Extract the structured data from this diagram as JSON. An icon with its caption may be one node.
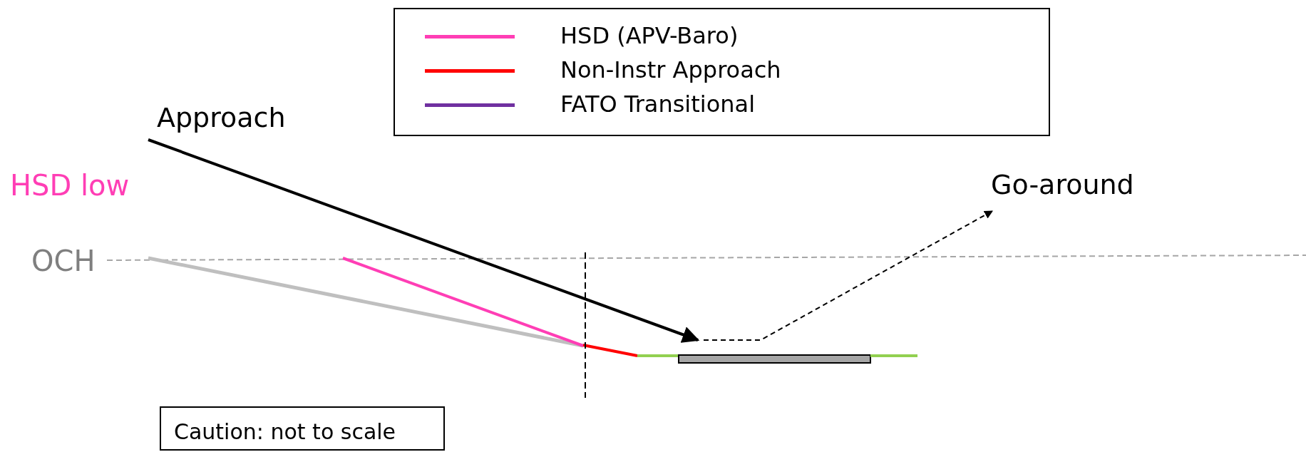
{
  "diagram": {
    "nodes": [
      {
        "text": [
          "Caution: not to scale"
        ]
      }
    ],
    "edges": [],
    "labels": [
      "Approach",
      "HSD low",
      "Go-around",
      "OCH"
    ],
    "legend": [
      {
        "text": "HSD (APV-Baro)",
        "color": "#ff3eb5"
      },
      {
        "text": "Non-Instr Approach",
        "color": "#ff0000"
      },
      {
        "text": "FATO Transitional",
        "color": "#7030a0"
      }
    ]
  }
}
